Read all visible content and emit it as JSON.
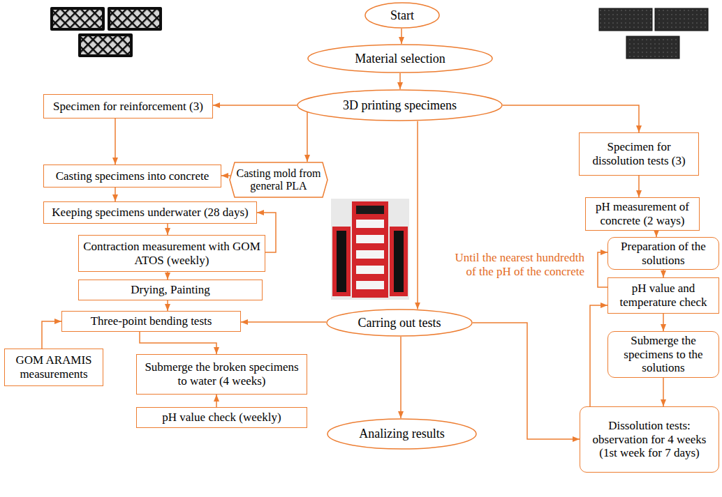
{
  "diagram": {
    "nodes": [
      {
        "text": [
          "Start"
        ]
      },
      {
        "text": [
          "Material selection"
        ]
      },
      {
        "text": [
          "3D printing specimens"
        ]
      },
      {
        "text": [
          "Specimen for reinforcement (3)"
        ]
      },
      {
        "text": [
          "Specimen for dissolution tests (3)"
        ]
      },
      {
        "text": [
          "Casting specimens into concrete"
        ]
      },
      {
        "text": [
          "Casting mold from general PLA"
        ]
      },
      {
        "text": [
          "Keeping specimens underwater (28 days)"
        ]
      },
      {
        "text": [
          "pH measurement of concrete (2 ways)"
        ]
      },
      {
        "text": [
          "Contraction measurement with GOM ATOS (weekly)"
        ]
      },
      {
        "text": [
          "Preparation of the solutions"
        ]
      },
      {
        "text": [
          "Drying, Painting"
        ]
      },
      {
        "text": [
          "pH value and temperature check"
        ]
      },
      {
        "text": [
          "Three-point bending tests"
        ]
      },
      {
        "text": [
          "Carring out tests"
        ]
      },
      {
        "text": [
          "Submerge the specimens to the solutions"
        ]
      },
      {
        "text": [
          "GOM ARAMIS measurements"
        ]
      },
      {
        "text": [
          "Submerge the broken specimens to water (4 weeks)"
        ]
      },
      {
        "text": [
          "Dissolution tests: observation for 4 weeks (1st week for 7 days)"
        ]
      },
      {
        "text": [
          "Analizing results"
        ]
      },
      {
        "text": [
          "pH value check (weekly)"
        ]
      }
    ],
    "edges": [
      {
        "from": 0,
        "to": 1,
        "arrow": "to"
      },
      {
        "from": 1,
        "to": 2,
        "arrow": "to"
      },
      {
        "from": 2,
        "to": 3,
        "arrow": "to"
      },
      {
        "from": 2,
        "to": 4,
        "arrow": "to"
      },
      {
        "from": 2,
        "to": 6,
        "arrow": "to"
      },
      {
        "from": 2,
        "to": 14,
        "arrow": "to"
      },
      {
        "from": 3,
        "to": 5,
        "arrow": "to"
      },
      {
        "from": 6,
        "to": 5,
        "arrow": "to"
      },
      {
        "from": 5,
        "to": 7,
        "arrow": "to"
      },
      {
        "from": 7,
        "to": 9,
        "arrow": "to"
      },
      {
        "from": 9,
        "to": 7,
        "arrow": "to"
      },
      {
        "from": 9,
        "to": 11,
        "arrow": "to"
      },
      {
        "from": 11,
        "to": 13,
        "arrow": "to"
      },
      {
        "from": 14,
        "to": 13,
        "arrow": "to"
      },
      {
        "from": 16,
        "to": 13,
        "arrow": "to"
      },
      {
        "from": 13,
        "to": 17,
        "arrow": "to"
      },
      {
        "from": 20,
        "to": 17,
        "arrow": "to"
      },
      {
        "from": 14,
        "to": 19,
        "arrow": "to"
      },
      {
        "from": 14,
        "to": 18,
        "arrow": "to"
      },
      {
        "from": 4,
        "to": 8,
        "arrow": "to"
      },
      {
        "from": 8,
        "to": 10,
        "arrow": "to"
      },
      {
        "from": 10,
        "to": 12,
        "arrow": "to"
      },
      {
        "from": 12,
        "to": 10,
        "arrow": "to"
      },
      {
        "from": 12,
        "to": 15,
        "arrow": "to"
      },
      {
        "from": 15,
        "to": 18,
        "arrow": "to"
      },
      {
        "from": 18,
        "to": 12,
        "arrow": "to"
      }
    ],
    "labels": [
      "Until the nearest hundredth of the pH of the concrete"
    ]
  }
}
